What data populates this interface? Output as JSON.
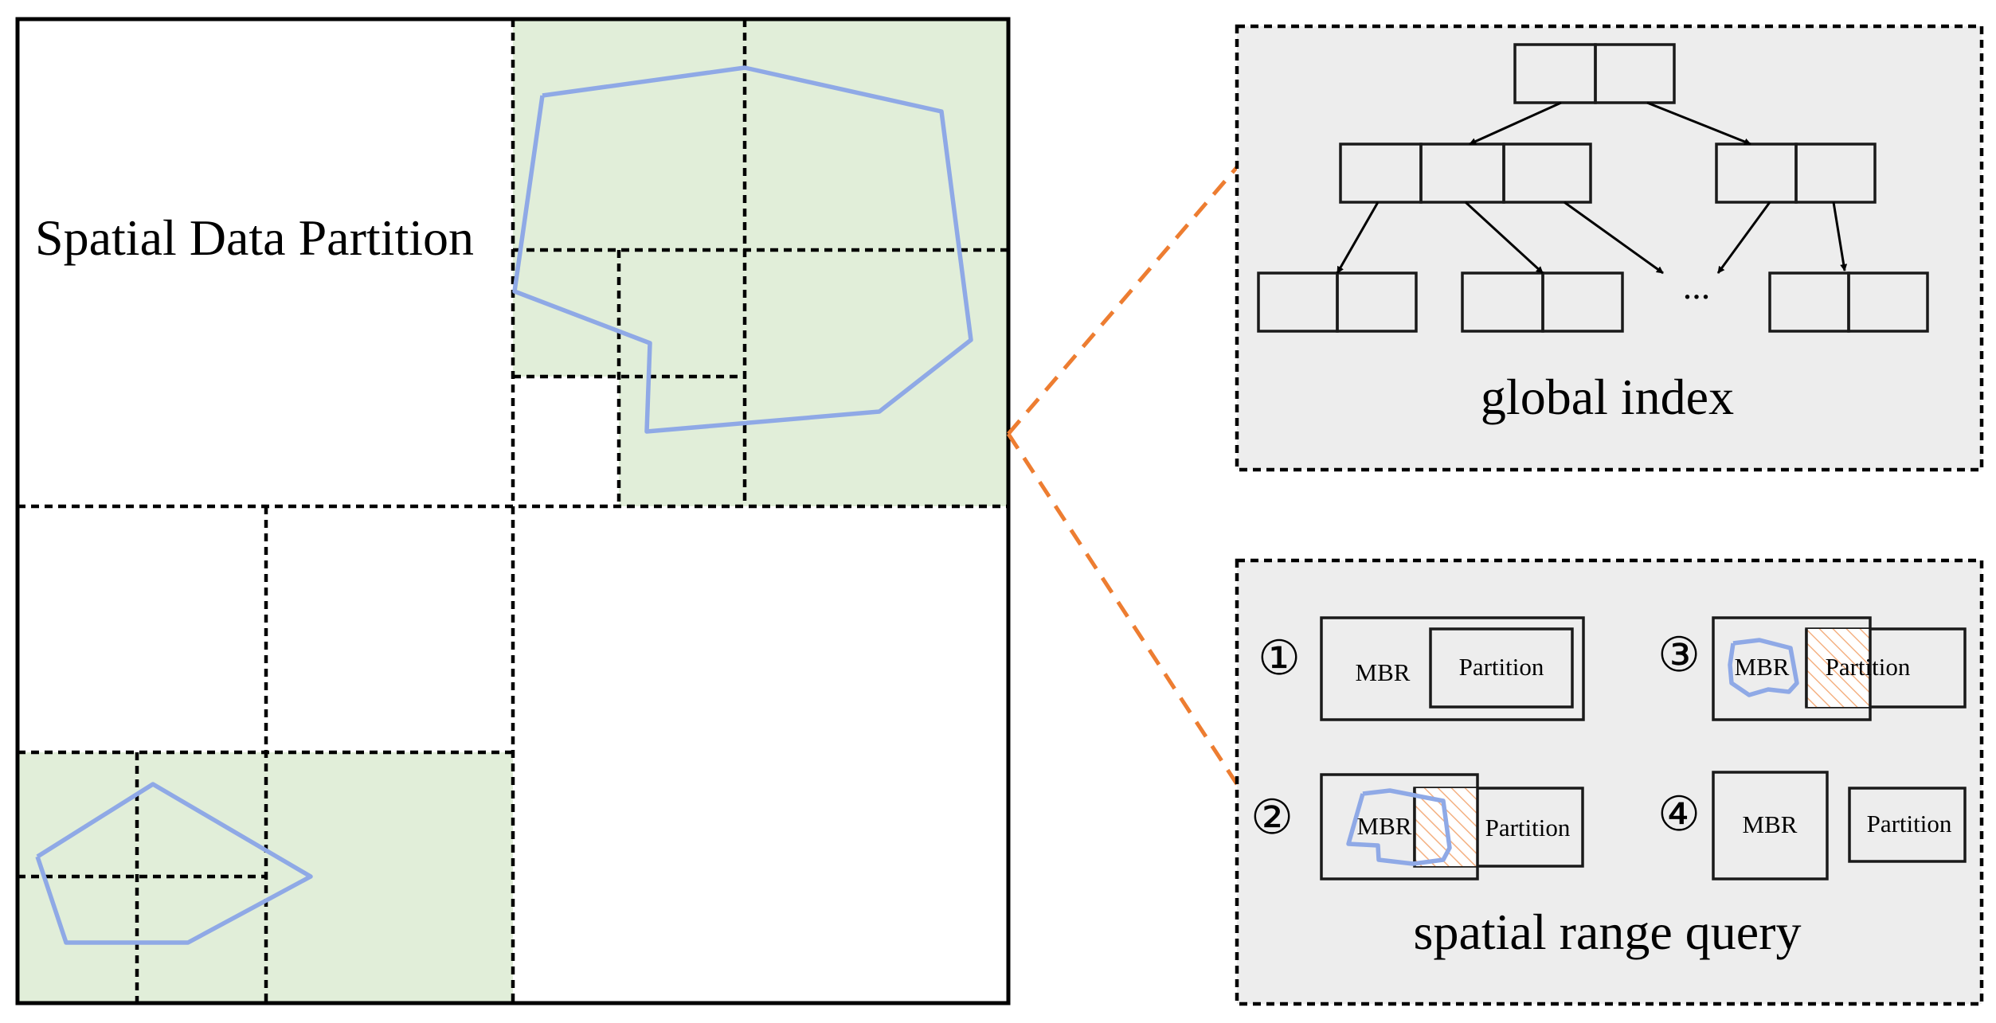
{
  "left_panel": {
    "title": "Spatial Data Partition"
  },
  "global_index_panel": {
    "caption": "global index",
    "ellipsis": "..."
  },
  "range_query_panel": {
    "caption": "spatial range query",
    "cases": [
      {
        "marker": "①",
        "mbr": "MBR",
        "partition": "Partition"
      },
      {
        "marker": "②",
        "mbr": "MBR",
        "partition": "Partition"
      },
      {
        "marker": "③",
        "mbr": "MBR",
        "partition": "Partition"
      },
      {
        "marker": "④",
        "mbr": "MBR",
        "partition": "Partition"
      }
    ]
  },
  "colors": {
    "highlight_fill": "#e1eed9",
    "panel_fill": "#ededed",
    "polygon_stroke": "#8fa9e6",
    "hatch": "#f4b183",
    "connector": "#ed7d31"
  }
}
